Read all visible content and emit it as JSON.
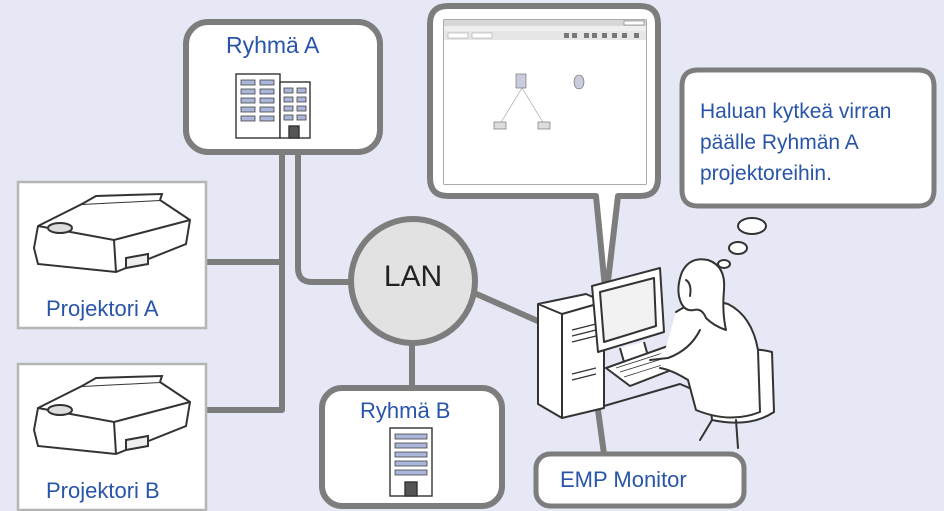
{
  "groups": {
    "a": {
      "label": "Ryhmä A"
    },
    "b": {
      "label": "Ryhmä B"
    }
  },
  "projectors": {
    "a": {
      "label": "Projektori A"
    },
    "b": {
      "label": "Projektori B"
    }
  },
  "network": {
    "label": "LAN"
  },
  "monitor_app": {
    "label": "EMP Monitor"
  },
  "thought": {
    "line1": "Haluan kytkeä virran",
    "line2": "päälle Ryhmän A",
    "line3": "projektoreihin."
  },
  "colors": {
    "background": "#e6e8f5",
    "text": "#2855a8",
    "line": "#7d7d7d",
    "box_fill": "#ffffff"
  },
  "icons": [
    "office-building-icon",
    "projector-icon",
    "desktop-computer-icon",
    "person-icon",
    "software-window-icon"
  ]
}
